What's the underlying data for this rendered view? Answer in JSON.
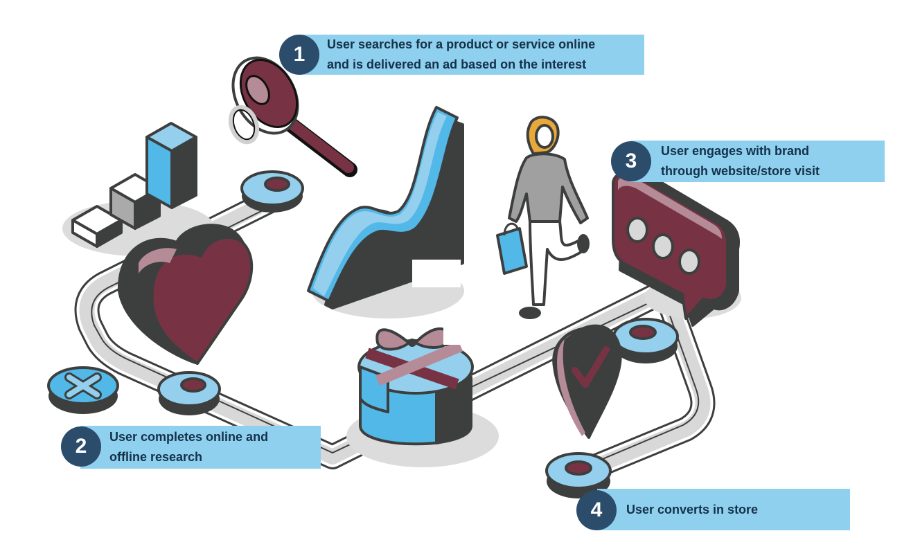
{
  "colors": {
    "callout_bg": "#8fd0ee",
    "badge_bg": "#2c4c6b",
    "callout_text": "#14314a",
    "maroon": "#773344",
    "maroon_light": "#b58b98",
    "blue": "#52b8e8",
    "blue_light": "#94d0ee",
    "dark": "#3d3f3f",
    "path_gray": "#d8d8d8",
    "hair": "#e8a93a"
  },
  "steps": [
    {
      "number": "1",
      "text": "User searches for a product or service online and  is delivered an ad based on the interest",
      "line1": "User searches for a product or service online",
      "line2": "and  is delivered an ad based on the interest"
    },
    {
      "number": "2",
      "text": "User completes online and offline research",
      "line1": "User completes online and",
      "line2": "offline research"
    },
    {
      "number": "3",
      "text": "User engages with brand through website/store visit",
      "line1": "User engages with brand",
      "line2": "through website/store visit"
    },
    {
      "number": "4",
      "text": "User converts in store",
      "line1": "User converts in store",
      "line2": ""
    }
  ],
  "illustration": {
    "elements": [
      "magnifying-glass",
      "bar-chart-blocks",
      "heart",
      "line-graph-ribbon",
      "woman-with-shopping-bag",
      "speech-bubble",
      "gift-box",
      "location-pin-check",
      "close-button-disc",
      "path-ring-nodes"
    ]
  }
}
